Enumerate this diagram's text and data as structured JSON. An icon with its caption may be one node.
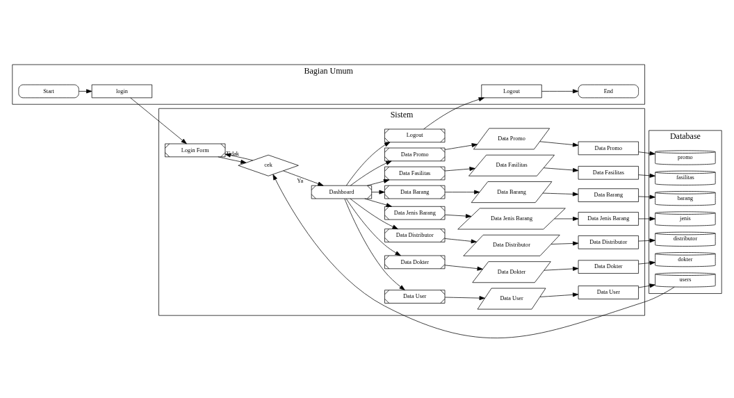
{
  "diagram": {
    "nodes": [
      {
        "text": [
          "Bagian Umum"
        ]
      },
      {
        "text": [
          "Sistem"
        ]
      },
      {
        "text": [
          "Database"
        ]
      },
      {
        "text": [
          "Start"
        ],
        "in": 0
      },
      {
        "text": [
          "login"
        ],
        "in": 0
      },
      {
        "text": [
          "Login Form"
        ],
        "in": 1
      },
      {
        "text": [
          "cek"
        ],
        "in": 1
      },
      {
        "text": [
          "users"
        ],
        "in": 2
      },
      {
        "text": [
          "Dashboard"
        ],
        "in": 1
      },
      {
        "text": [
          "Data User"
        ],
        "in": 1
      },
      {
        "text": [
          "Data User"
        ],
        "in": 1
      },
      {
        "text": [
          "Data User"
        ],
        "in": 1
      },
      {
        "text": [
          "Data Dokter"
        ],
        "in": 1
      },
      {
        "text": [
          "Data Dokter"
        ],
        "in": 1
      },
      {
        "text": [
          "Data Dokter"
        ],
        "in": 1
      },
      {
        "text": [
          "dokter"
        ],
        "in": 2
      },
      {
        "text": [
          "Data Distributor"
        ],
        "in": 1
      },
      {
        "text": [
          "Data Distributor"
        ],
        "in": 1
      },
      {
        "text": [
          "Data Distributor"
        ],
        "in": 1
      },
      {
        "text": [
          "distributor"
        ],
        "in": 2
      },
      {
        "text": [
          "Data Jenis Barang"
        ],
        "in": 1
      },
      {
        "text": [
          "Data Jenis Barang"
        ],
        "in": 1
      },
      {
        "text": [
          "Data Jenis Barang"
        ],
        "in": 1
      },
      {
        "text": [
          "jenis"
        ],
        "in": 2
      },
      {
        "text": [
          "Data Barang"
        ],
        "in": 1
      },
      {
        "text": [
          "Data Barang"
        ],
        "in": 1
      },
      {
        "text": [
          "Data Barang"
        ],
        "in": 1
      },
      {
        "text": [
          "barang"
        ],
        "in": 2
      },
      {
        "text": [
          "Data Fasilitas"
        ],
        "in": 1
      },
      {
        "text": [
          "Data Fasilitas"
        ],
        "in": 1
      },
      {
        "text": [
          "Data Fasilitas"
        ],
        "in": 1
      },
      {
        "text": [
          "fasilitas"
        ],
        "in": 2
      },
      {
        "text": [
          "Data Promo"
        ],
        "in": 1
      },
      {
        "text": [
          "Data Promo"
        ],
        "in": 1
      },
      {
        "text": [
          "Data Promo"
        ],
        "in": 1
      },
      {
        "text": [
          "promo"
        ],
        "in": 2
      },
      {
        "text": [
          "Logout"
        ],
        "in": 1
      },
      {
        "text": [
          "Logout"
        ],
        "in": 0
      },
      {
        "text": [
          "End"
        ],
        "in": 0
      }
    ],
    "edges": [
      {
        "from": 3,
        "to": 4,
        "arrow": "to"
      },
      {
        "from": 4,
        "to": 5,
        "arrow": "to"
      },
      {
        "from": 5,
        "to": 6,
        "arrow": "to"
      },
      {
        "from": 6,
        "to": 5,
        "arrow": "to",
        "label": "Tidak"
      },
      {
        "from": 7,
        "to": 6,
        "arrow": "to"
      },
      {
        "from": 6,
        "to": 8,
        "arrow": "to",
        "label": "Ya"
      },
      {
        "from": 8,
        "to": 9,
        "arrow": "to"
      },
      {
        "from": 8,
        "to": 12,
        "arrow": "to"
      },
      {
        "from": 8,
        "to": 16,
        "arrow": "to"
      },
      {
        "from": 8,
        "to": 20,
        "arrow": "to"
      },
      {
        "from": 8,
        "to": 24,
        "arrow": "to"
      },
      {
        "from": 8,
        "to": 28,
        "arrow": "to"
      },
      {
        "from": 8,
        "to": 32,
        "arrow": "to"
      },
      {
        "from": 8,
        "to": 36,
        "arrow": "to"
      },
      {
        "from": 9,
        "to": 10,
        "arrow": "to"
      },
      {
        "from": 10,
        "to": 11,
        "arrow": "to"
      },
      {
        "from": 11,
        "to": 7,
        "arrow": "to"
      },
      {
        "from": 12,
        "to": 13,
        "arrow": "to"
      },
      {
        "from": 13,
        "to": 14,
        "arrow": "to"
      },
      {
        "from": 14,
        "to": 15,
        "arrow": "to"
      },
      {
        "from": 16,
        "to": 17,
        "arrow": "to"
      },
      {
        "from": 17,
        "to": 18,
        "arrow": "to"
      },
      {
        "from": 18,
        "to": 19,
        "arrow": "to"
      },
      {
        "from": 20,
        "to": 21,
        "arrow": "to"
      },
      {
        "from": 21,
        "to": 22,
        "arrow": "to"
      },
      {
        "from": 22,
        "to": 23,
        "arrow": "to"
      },
      {
        "from": 24,
        "to": 25,
        "arrow": "to"
      },
      {
        "from": 25,
        "to": 26,
        "arrow": "to"
      },
      {
        "from": 26,
        "to": 27,
        "arrow": "to"
      },
      {
        "from": 28,
        "to": 29,
        "arrow": "to"
      },
      {
        "from": 29,
        "to": 30,
        "arrow": "to"
      },
      {
        "from": 30,
        "to": 31,
        "arrow": "to"
      },
      {
        "from": 32,
        "to": 33,
        "arrow": "to"
      },
      {
        "from": 33,
        "to": 34,
        "arrow": "to"
      },
      {
        "from": 34,
        "to": 35,
        "arrow": "to"
      },
      {
        "from": 36,
        "to": 37,
        "arrow": "to"
      },
      {
        "from": 37,
        "to": 38,
        "arrow": "to"
      }
    ]
  }
}
